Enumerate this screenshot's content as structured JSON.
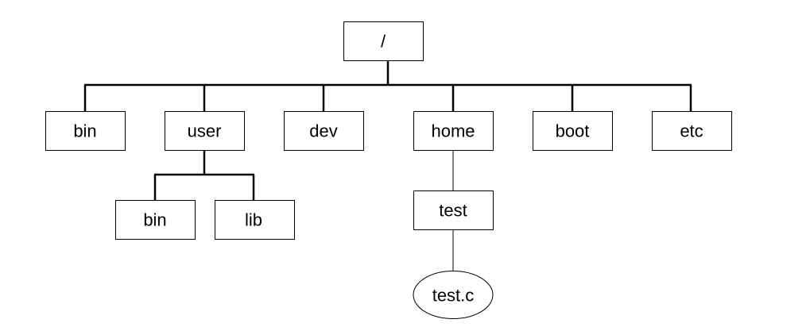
{
  "tree": {
    "root": "/",
    "top_level": {
      "bin": "bin",
      "user": "user",
      "dev": "dev",
      "home": "home",
      "boot": "boot",
      "etc": "etc"
    },
    "user_children": {
      "bin": "bin",
      "lib": "lib"
    },
    "home_children": {
      "test": "test"
    },
    "test_children": {
      "file": "test.c"
    }
  }
}
